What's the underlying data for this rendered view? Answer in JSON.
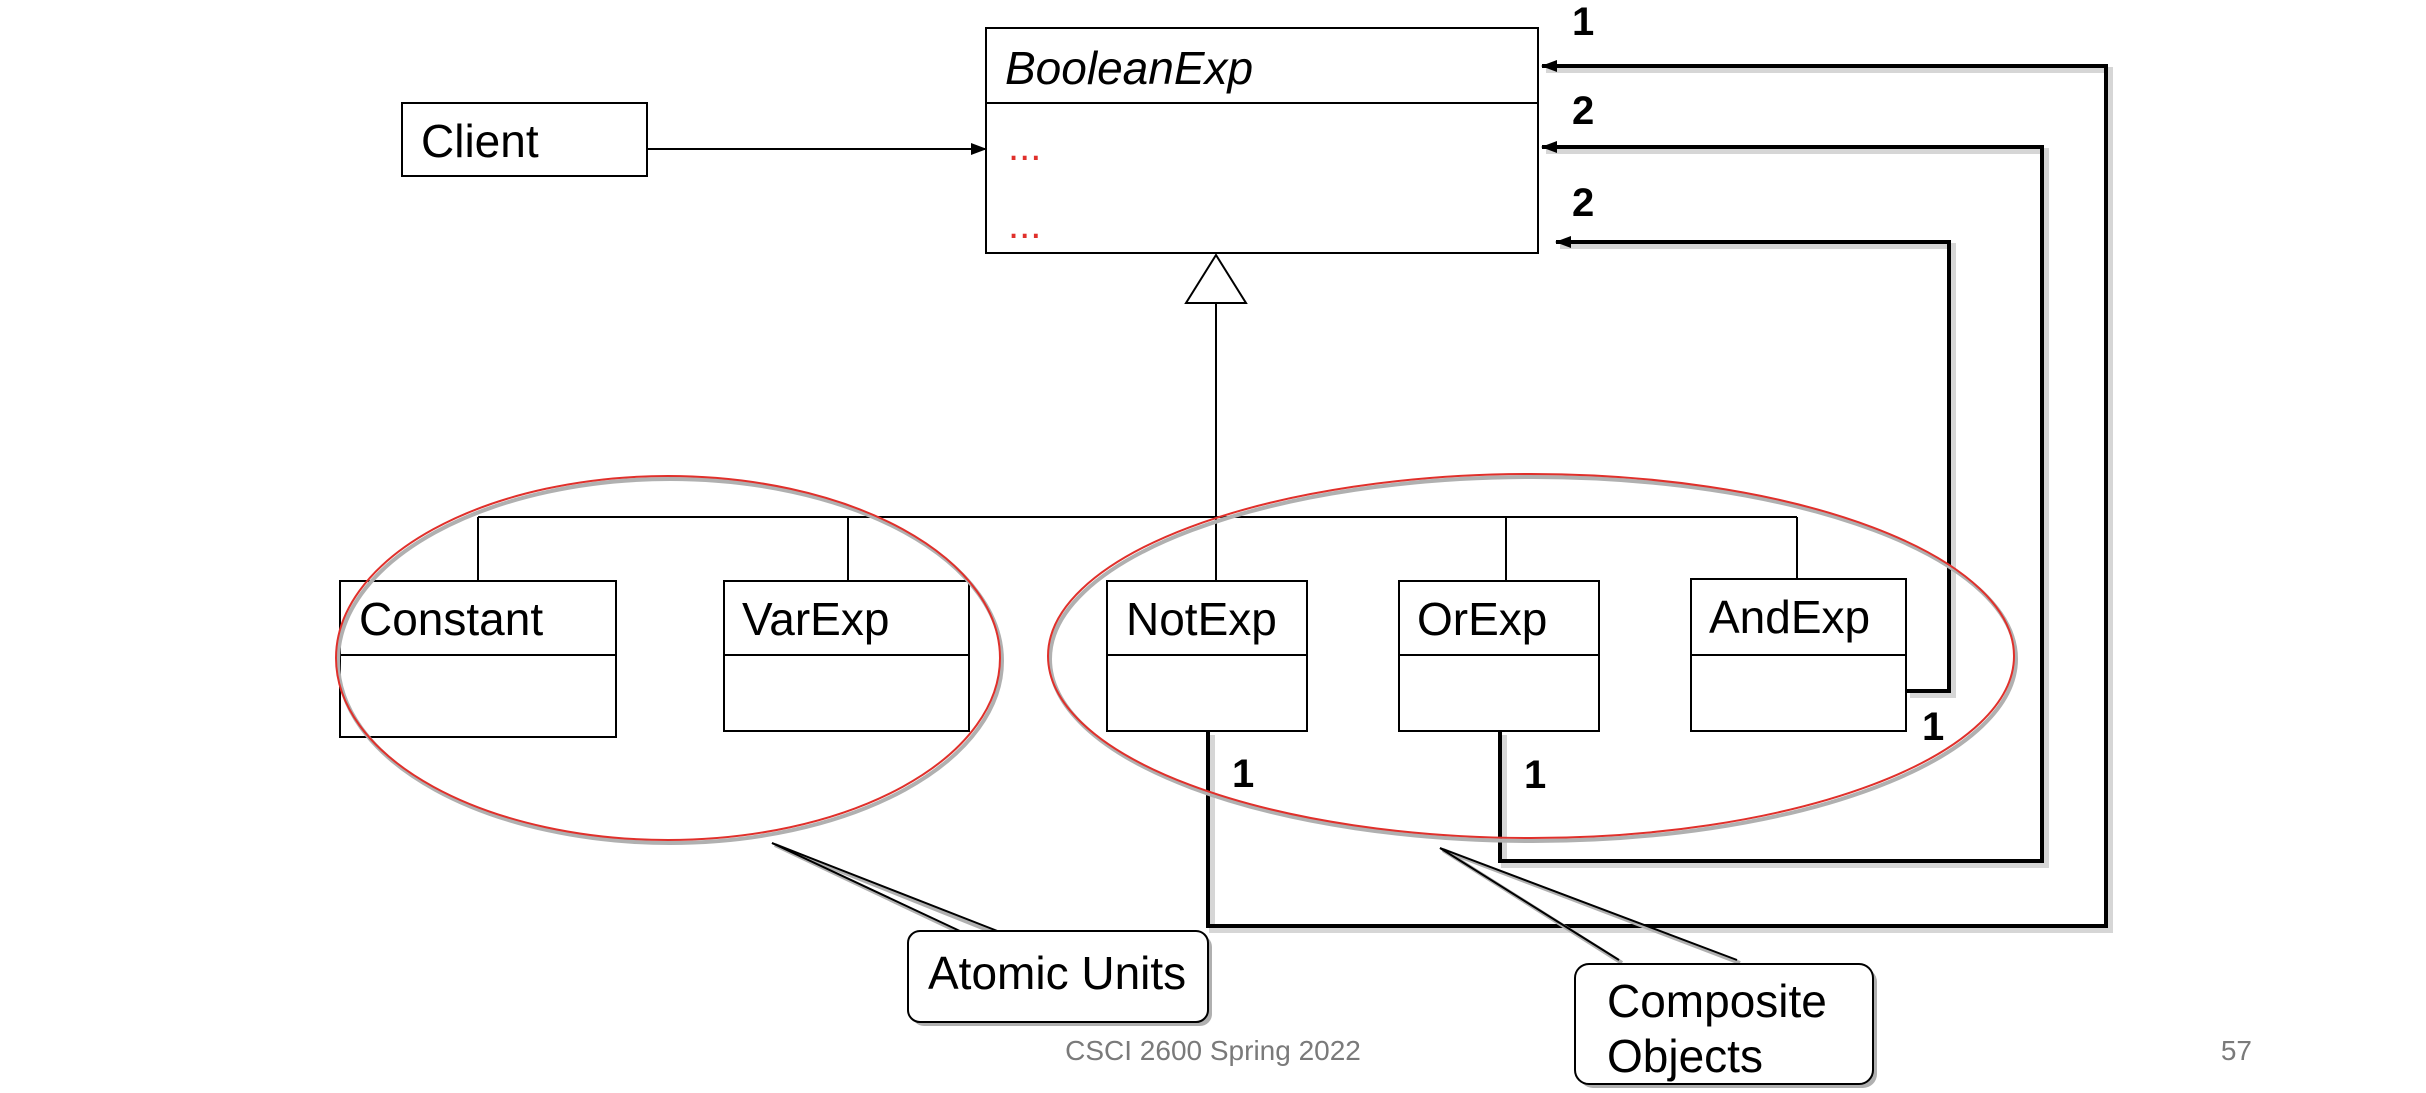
{
  "diagram": {
    "base_class": {
      "name": "BooleanExp",
      "ellipsis_1": "...",
      "ellipsis_2": "..."
    },
    "client": {
      "name": "Client"
    },
    "subclasses": {
      "constant": "Constant",
      "varexp": "VarExp",
      "notexp": "NotExp",
      "orexp": "OrExp",
      "andexp": "AndExp"
    },
    "multiplicities": {
      "base_top": "1",
      "base_middle": "2",
      "base_bottom": "2",
      "notexp": "1",
      "orexp": "1",
      "andexp": "1"
    },
    "callouts": {
      "atomic": "Atomic Units",
      "composite_line1": "Composite",
      "composite_line2": "Objects"
    },
    "colors": {
      "ellipse_outline": "#e0302b",
      "ellipsis_text": "#e0302b"
    }
  },
  "footer": {
    "course": "CSCI 2600 Spring 2022",
    "page_number": "57"
  }
}
